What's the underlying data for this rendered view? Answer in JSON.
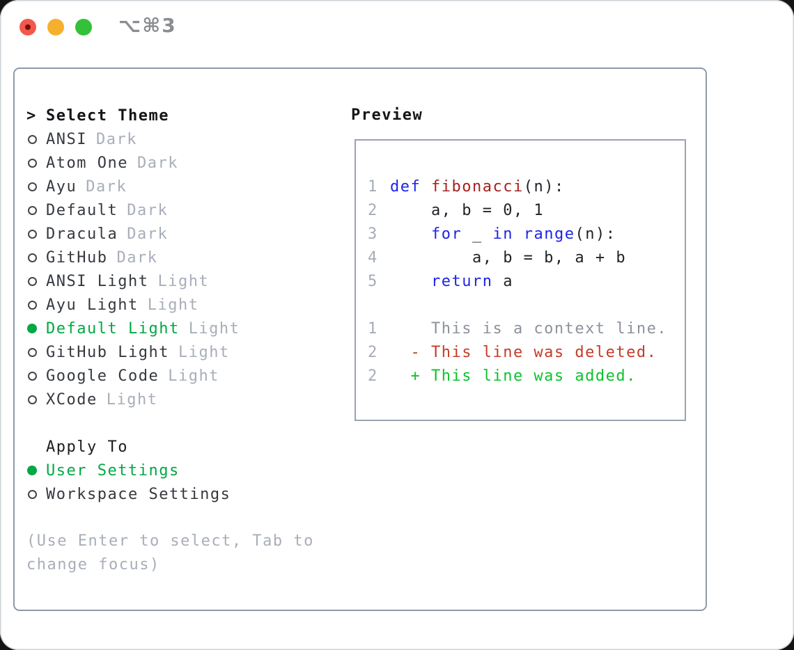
{
  "titlebar": {
    "shortcut": "⌥⌘3"
  },
  "colors": {
    "traffic_red": "#f4574d",
    "traffic_red_dot": "#71100a",
    "traffic_yellow": "#f6b02e",
    "traffic_green": "#33c13a",
    "accent_green": "#00a843",
    "diff_green": "#0cc32d",
    "diff_red": "#c53c27",
    "function_red": "#a7211c",
    "keyword_blue": "#1d24e8",
    "muted_gray": "#a8aeb9",
    "line_gray": "#a4acb8",
    "context_gray": "#8d939b",
    "text_dark": "#35393f",
    "heading_dark": "#141518",
    "border_gray": "#8e99a8",
    "preview_border": "#9aa3af"
  },
  "theme_list": {
    "prompt": ">",
    "title": "Select Theme",
    "items": [
      {
        "name": "ANSI",
        "variant": "Dark",
        "selected": false
      },
      {
        "name": "Atom One",
        "variant": "Dark",
        "selected": false
      },
      {
        "name": "Ayu",
        "variant": "Dark",
        "selected": false
      },
      {
        "name": "Default",
        "variant": "Dark",
        "selected": false
      },
      {
        "name": "Dracula",
        "variant": "Dark",
        "selected": false
      },
      {
        "name": "GitHub",
        "variant": "Dark",
        "selected": false
      },
      {
        "name": "ANSI Light",
        "variant": "Light",
        "selected": false
      },
      {
        "name": "Ayu Light",
        "variant": "Light",
        "selected": false
      },
      {
        "name": "Default Light",
        "variant": "Light",
        "selected": true
      },
      {
        "name": "GitHub Light",
        "variant": "Light",
        "selected": false
      },
      {
        "name": "Google Code",
        "variant": "Light",
        "selected": false
      },
      {
        "name": "XCode",
        "variant": "Light",
        "selected": false
      }
    ]
  },
  "apply_to": {
    "title": "Apply To",
    "options": [
      {
        "label": "User Settings",
        "selected": true
      },
      {
        "label": "Workspace Settings",
        "selected": false
      }
    ]
  },
  "hint_lines": [
    "(Use Enter to select, Tab to",
    "change focus)"
  ],
  "preview": {
    "title": "Preview",
    "code_lines": [
      {
        "num": "1",
        "tokens": [
          {
            "text": "def",
            "type": "keyword"
          },
          {
            "text": " ",
            "type": "plain"
          },
          {
            "text": "fibonacci",
            "type": "function"
          },
          {
            "text": "(n):",
            "type": "plain"
          }
        ]
      },
      {
        "num": "2",
        "tokens": [
          {
            "text": "    a, b = 0, 1",
            "type": "plain"
          }
        ]
      },
      {
        "num": "3",
        "tokens": [
          {
            "text": "    ",
            "type": "plain"
          },
          {
            "text": "for",
            "type": "keyword"
          },
          {
            "text": " _ ",
            "type": "plain"
          },
          {
            "text": "in",
            "type": "keyword"
          },
          {
            "text": " ",
            "type": "plain"
          },
          {
            "text": "range",
            "type": "keyword"
          },
          {
            "text": "(n):",
            "type": "plain"
          }
        ]
      },
      {
        "num": "4",
        "tokens": [
          {
            "text": "        a, b = b, a + b",
            "type": "plain"
          }
        ]
      },
      {
        "num": "5",
        "tokens": [
          {
            "text": "    ",
            "type": "plain"
          },
          {
            "text": "return",
            "type": "keyword"
          },
          {
            "text": " a",
            "type": "plain"
          }
        ]
      }
    ],
    "diff_lines": [
      {
        "num": "1",
        "text": "    This is a context line.",
        "kind": "context"
      },
      {
        "num": "2",
        "text": "  - This line was deleted.",
        "kind": "deleted"
      },
      {
        "num": "2",
        "text": "  + This line was added.",
        "kind": "added"
      }
    ]
  }
}
